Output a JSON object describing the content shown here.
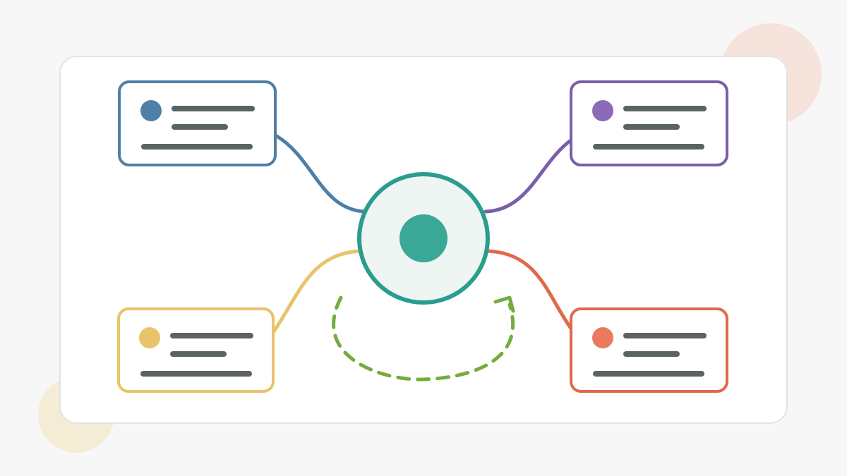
{
  "colors": {
    "background": "#f6f7f6",
    "card_fill": "#ffffff",
    "card_border": "#e0e4e2",
    "text_line": "#5c6365",
    "hub_ring": "#2a9d8f",
    "hub_fill": "#eef5f3",
    "hub_core": "#3ba797",
    "loop_arrow": "#74ac3f",
    "blob_top_right": "#f5e3dc",
    "blob_bottom_left": "#f5ecd6"
  },
  "hub": {
    "icon": "filled-circle-icon"
  },
  "nodes": [
    {
      "id": "top-left",
      "color": "#4f7fa6",
      "icon": "dot-icon"
    },
    {
      "id": "top-right",
      "color": "#7a5fa8",
      "dot_color": "#8b6bb8",
      "icon": "dot-icon"
    },
    {
      "id": "bottom-left",
      "color": "#e8c36a",
      "icon": "dot-icon"
    },
    {
      "id": "bottom-right",
      "color": "#e0694a",
      "dot_color": "#ea7a5e",
      "icon": "dot-icon"
    }
  ],
  "loop": {
    "style": "dashed",
    "direction": "clockwise",
    "icon": "arrowhead-icon"
  }
}
